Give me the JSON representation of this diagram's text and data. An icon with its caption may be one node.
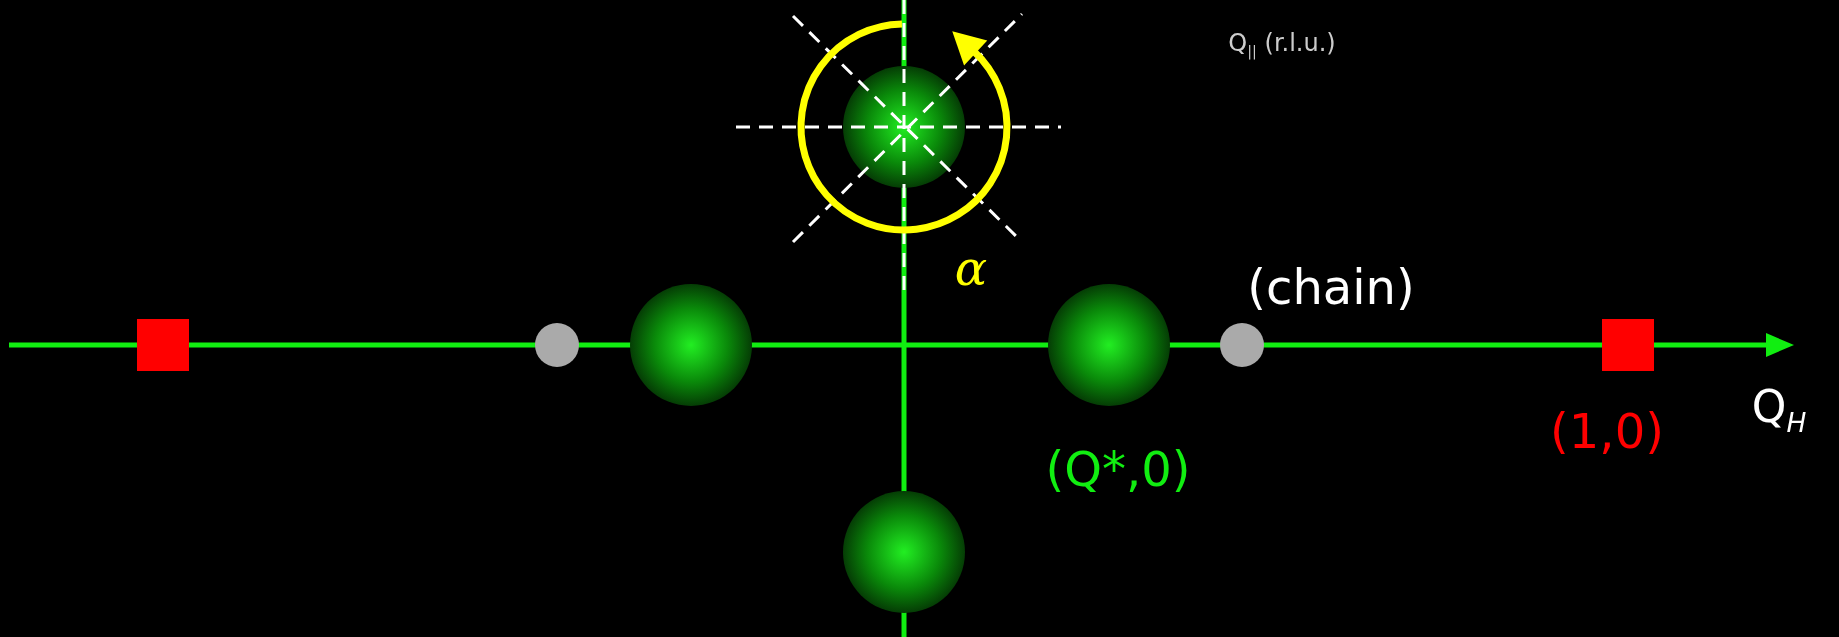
{
  "diagram": {
    "labels": [
      "Q$_{||}$ (r.l.u.)",
      "α",
      "(chain)",
      "(Q*,0)",
      "(1,0)",
      "Q$_{H}$"
    ]
  }
}
